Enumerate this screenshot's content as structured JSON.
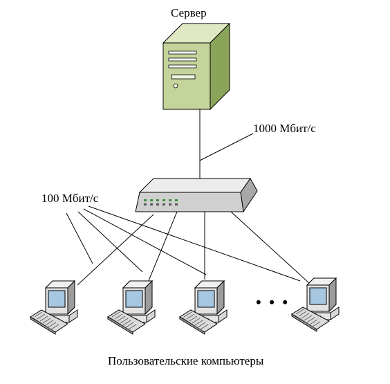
{
  "labels": {
    "server": "Сервер",
    "uplink_speed": "1000 Мбит/с",
    "downlink_speed": "100 Мбит/с",
    "clients": "Пользовательские компьютеры",
    "ellipsis": "• • •"
  },
  "nodes": {
    "server": {
      "type": "tower-server"
    },
    "switch": {
      "type": "network-switch",
      "port_leds": 6
    },
    "clients": [
      {
        "type": "desktop-computer"
      },
      {
        "type": "desktop-computer"
      },
      {
        "type": "desktop-computer"
      },
      {
        "type": "desktop-computer"
      }
    ]
  },
  "connections": [
    {
      "from": "server",
      "to": "switch",
      "speed_label": "uplink_speed"
    },
    {
      "from": "switch",
      "to": "client-1",
      "speed_label": "downlink_speed"
    },
    {
      "from": "switch",
      "to": "client-2",
      "speed_label": "downlink_speed"
    },
    {
      "from": "switch",
      "to": "client-3",
      "speed_label": "downlink_speed"
    },
    {
      "from": "switch",
      "to": "client-4",
      "speed_label": "downlink_speed"
    }
  ],
  "colors": {
    "server_front": "#c5d49a",
    "server_side": "#8aa55a",
    "server_top": "#dfe8c2",
    "switch_top": "#ececec",
    "switch_front": "#d0d0d0",
    "switch_side": "#a8a8a8",
    "led": "#3b8f3b",
    "monitor_body": "#e2e2e2",
    "screen": "#a7c7e0",
    "line": "#000000"
  }
}
